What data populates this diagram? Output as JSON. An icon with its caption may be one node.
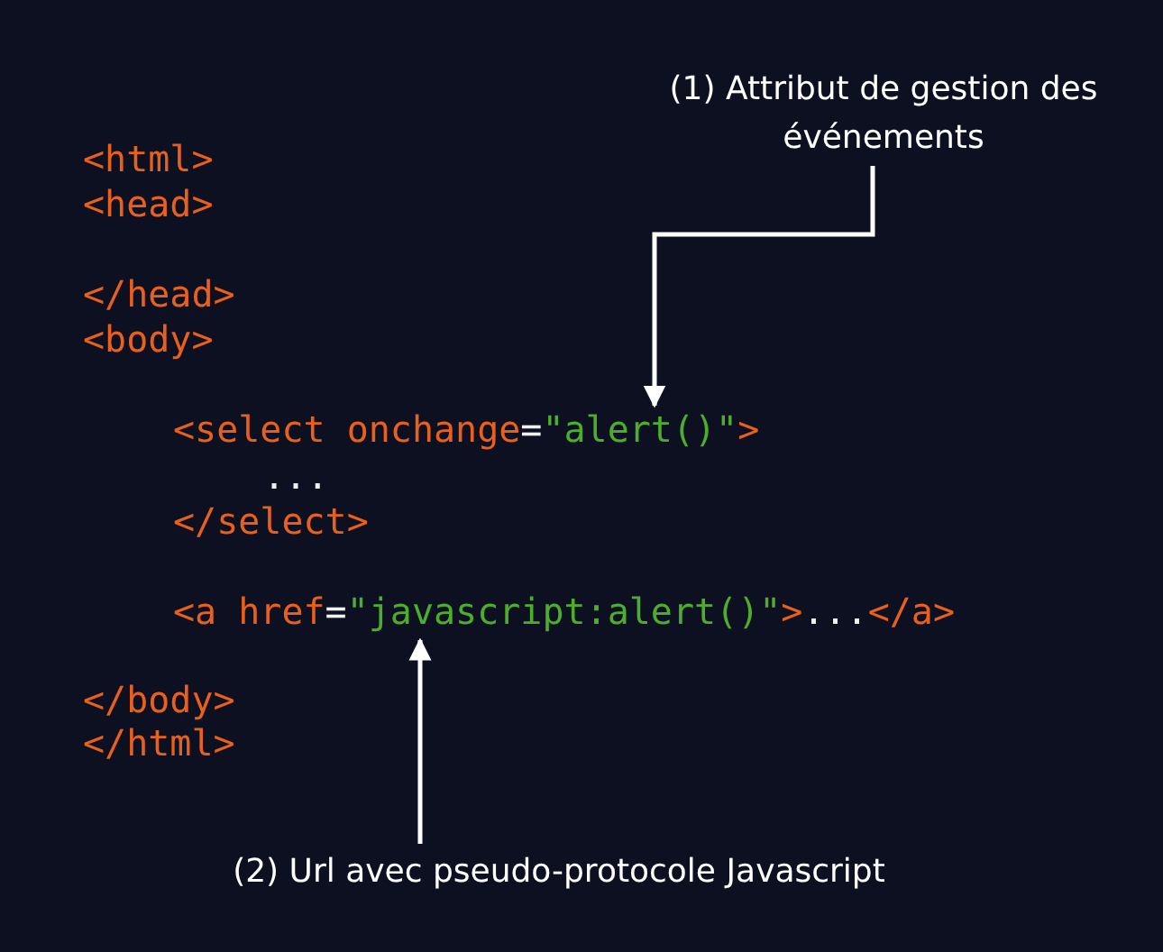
{
  "diagram": {
    "nodes": [
      {
        "text": [
          "(1) Attribut de gestion des événements"
        ]
      },
      {
        "text": [
          "(2) Url avec pseudo-protocole Javascript"
        ]
      },
      {
        "text": [
          "<select onchange=\"alert()\">"
        ]
      },
      {
        "text": [
          "<a href=\"javascript:alert()\">...</a>"
        ]
      }
    ],
    "edges": [
      {
        "from": 0,
        "to": 2,
        "arrow": "to"
      },
      {
        "from": 1,
        "to": 3,
        "arrow": "to"
      }
    ],
    "labels": [
      "<html>",
      "<head>",
      "</head>",
      "<body>",
      "...",
      "</select>",
      "</body>",
      "</html>"
    ]
  }
}
